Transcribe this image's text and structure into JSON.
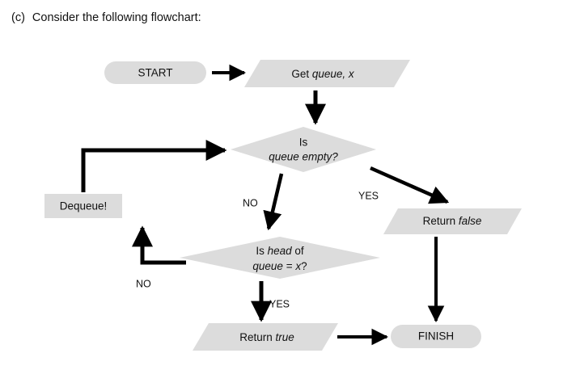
{
  "question": {
    "label": "(c)",
    "text": "Consider the following flowchart:"
  },
  "colors": {
    "shape_fill": "#dcdcdc",
    "line": "#000000",
    "text": "#111111",
    "background": "#ffffff"
  },
  "flowchart": {
    "nodes": {
      "start": {
        "label": "START",
        "shape": "stadium"
      },
      "get_input": {
        "label": "Get queue, x",
        "label_plain": "Get ",
        "label_italic": "queue, x",
        "shape": "parallelogram"
      },
      "is_queue_empty": {
        "line1": "Is",
        "line2": "queue empty?",
        "shape": "diamond"
      },
      "return_false": {
        "label_plain": "Return ",
        "label_italic": "false",
        "shape": "parallelogram"
      },
      "is_head_x": {
        "line1_a": "Is ",
        "line1_b": "head",
        "line1_c": " of",
        "line2_a": "queue",
        "line2_b": " = ",
        "line2_c": "x",
        "line2_d": "?",
        "shape": "diamond"
      },
      "dequeue": {
        "label": "Dequeue!",
        "shape": "rectangle"
      },
      "return_true": {
        "label_plain": "Return ",
        "label_italic": "true",
        "shape": "parallelogram"
      },
      "finish": {
        "label": "FINISH",
        "shape": "stadium"
      }
    },
    "edge_labels": {
      "empty_yes": "YES",
      "empty_no": "NO",
      "head_yes": "YES",
      "head_no": "NO"
    }
  }
}
